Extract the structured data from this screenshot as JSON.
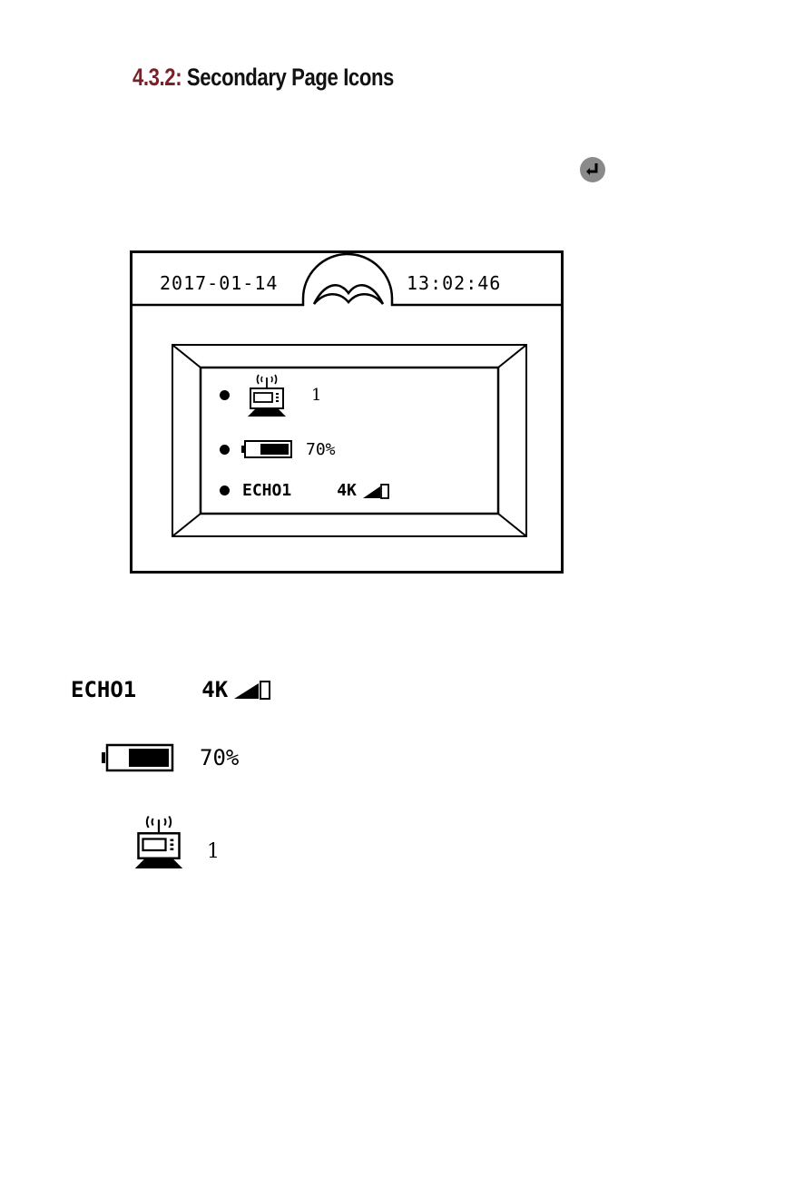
{
  "heading": {
    "number": "4.3.2:",
    "title": "Secondary Page Icons"
  },
  "colors": {
    "heading_number": "#7b1f28",
    "enter_icon": "#8a8a8a"
  },
  "icons": {
    "enter": "enter-return-icon",
    "book": "book-icon",
    "pager": "pager-receiver-icon",
    "battery": "battery-icon",
    "signal": "signal-strength-icon"
  },
  "screen": {
    "date": "2017-01-14",
    "time": "13:02:46",
    "rows": [
      {
        "label": "1"
      },
      {
        "label": "70%"
      },
      {
        "channel": "ECHO1",
        "speed": "4K"
      }
    ]
  },
  "legend": {
    "channel": "ECHO1",
    "speed": "4K",
    "battery": "70%",
    "battery_level": 0.7,
    "signal_level": 0.66,
    "receiver_count": "1"
  }
}
